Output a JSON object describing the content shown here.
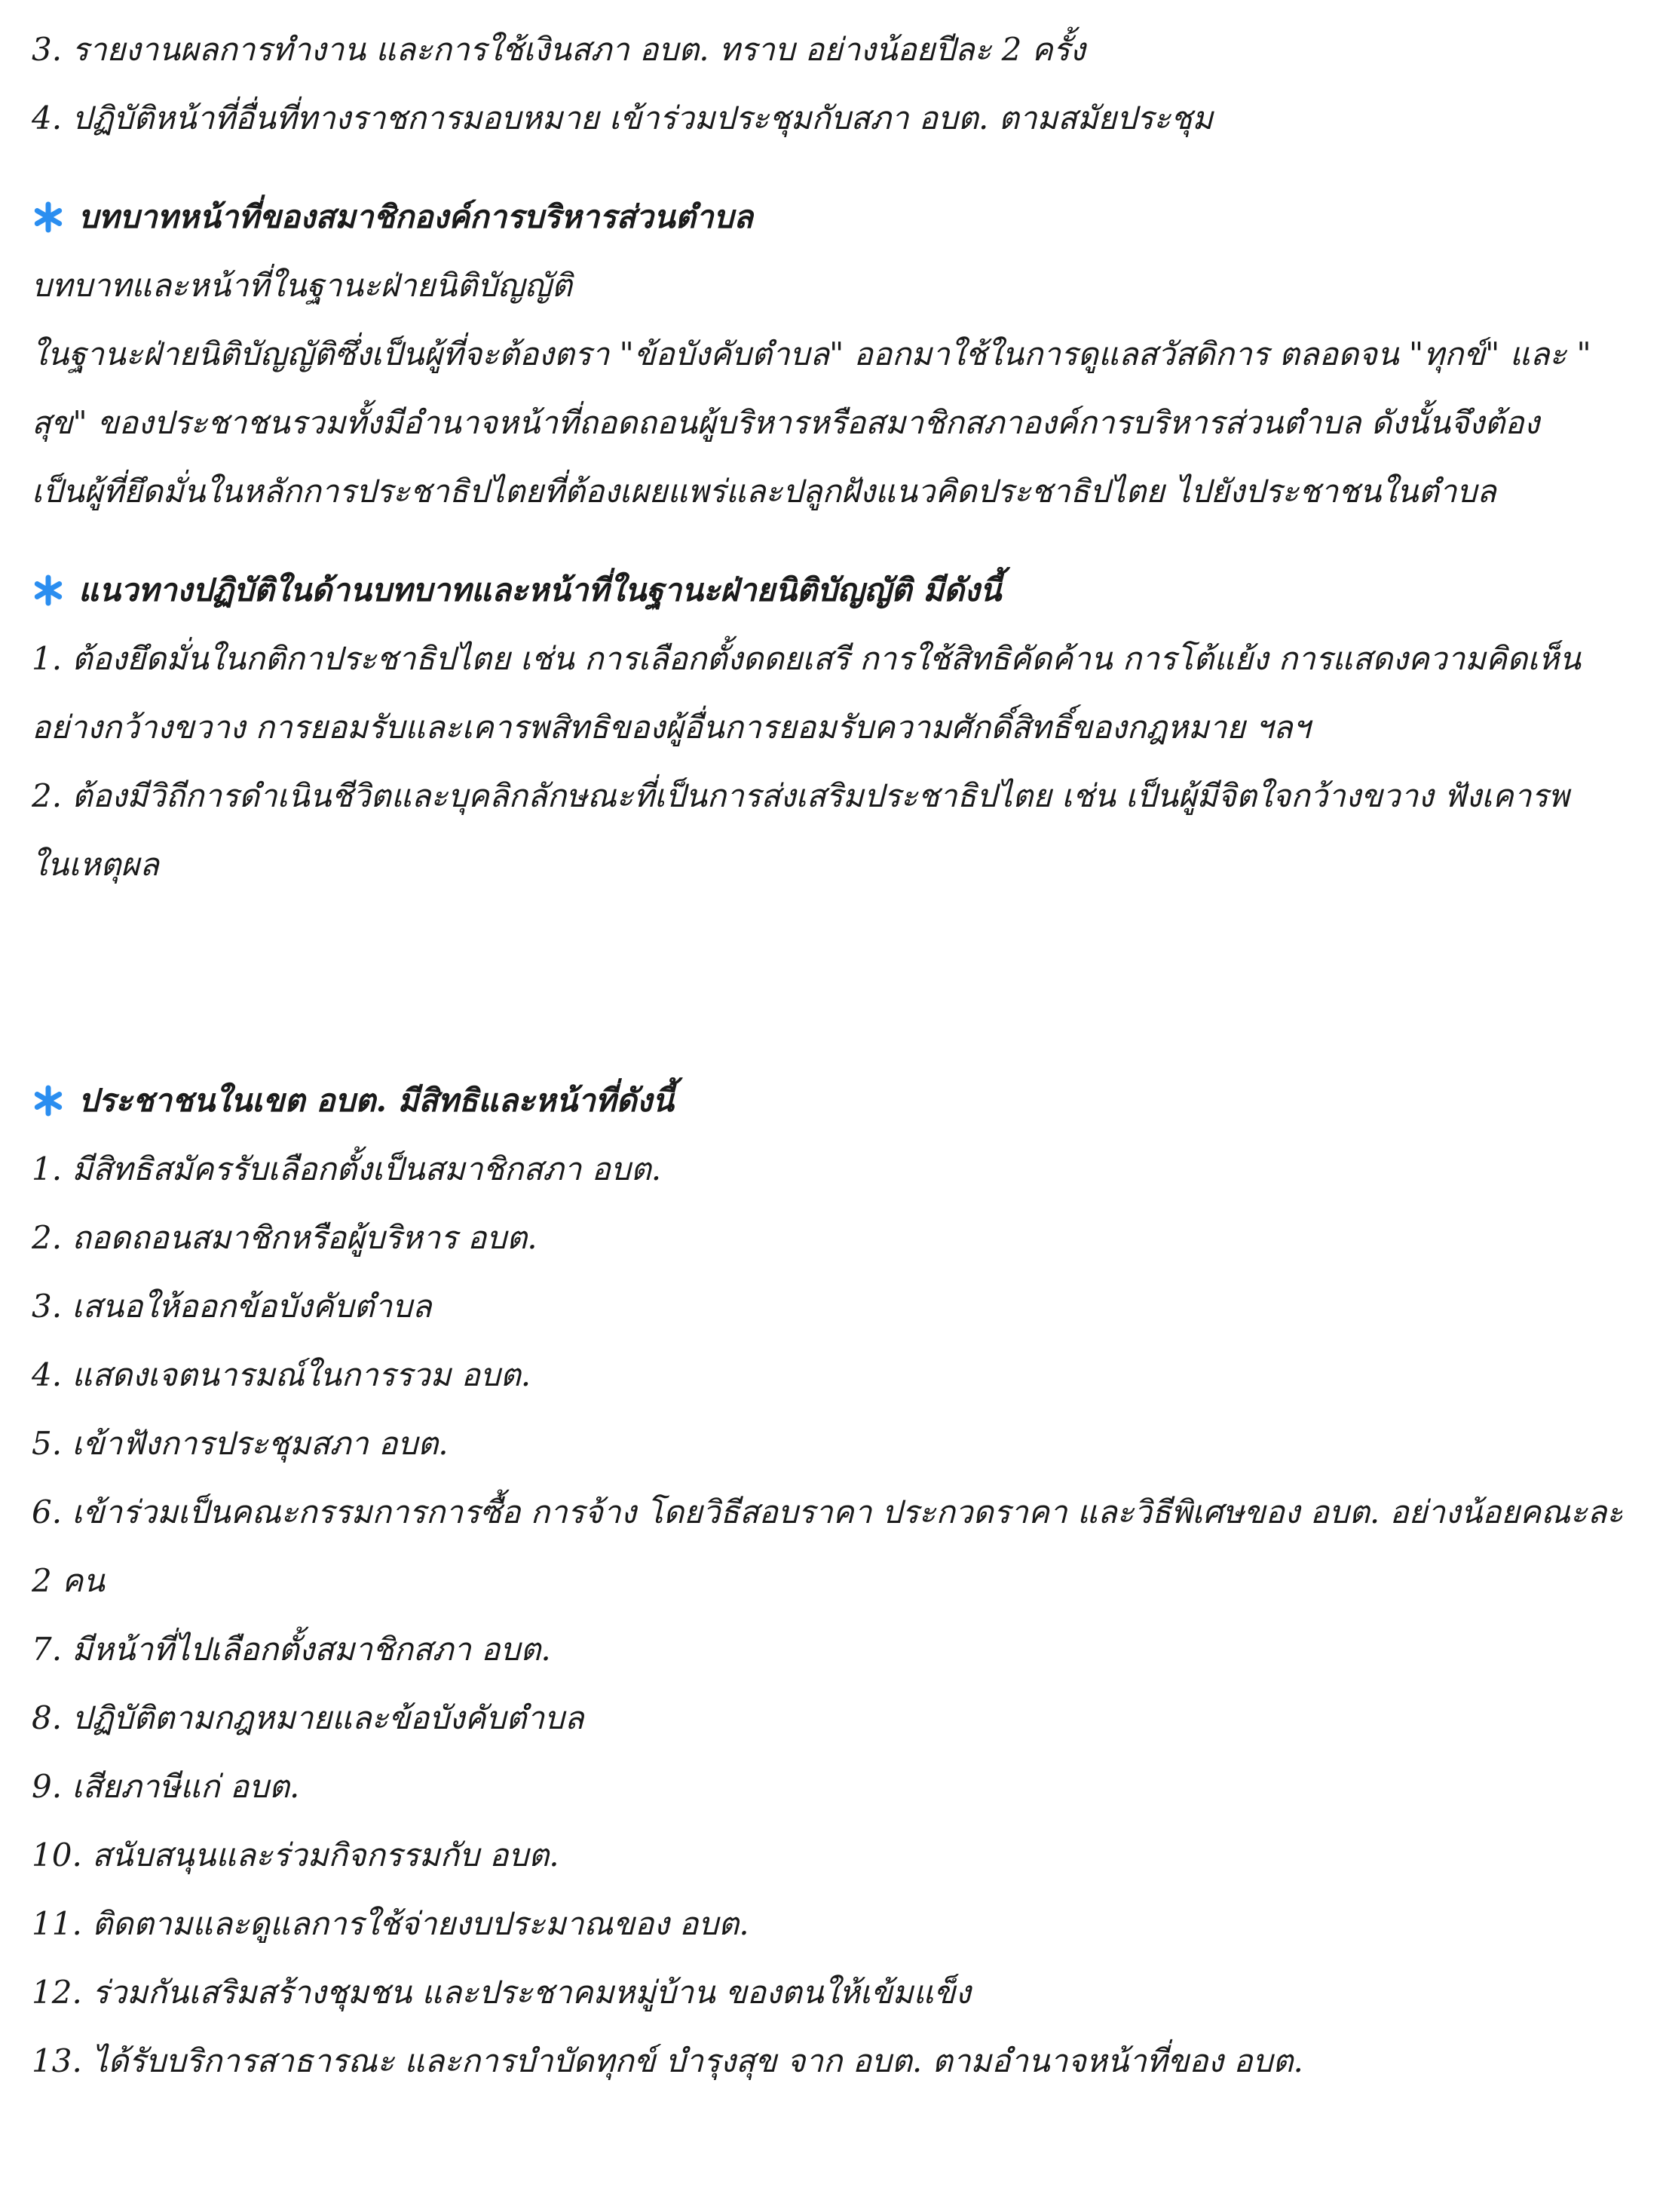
{
  "intro_lines": [
    "3. รายงานผลการทำงาน และการใช้เงินสภา อบต. ทราบ อย่างน้อยปีละ 2 ครั้ง",
    "4. ปฏิบัติหน้าที่อื่นที่ทางราชการมอบหมาย เข้าร่วมประชุมกับสภา อบต. ตามสมัยประชุม"
  ],
  "section_roles": {
    "heading": "บทบาทหน้าที่ของสมาชิกองค์การบริหารส่วนตำบล",
    "lines": [
      "บทบาทและหน้าที่ในฐานะฝ่ายนิติบัญญัติ",
      "ในฐานะฝ่ายนิติบัญญัติซึ่งเป็นผู้ที่จะต้องตรา \"ข้อบังคับตำบล\" ออกมาใช้ในการดูแลสวัสดิการ ตลอดจน \"ทุกข์\" และ \"",
      "สุข\" ของประชาชนรวมทั้งมีอำนาจหน้าที่ถอดถอนผู้บริหารหรือสมาชิกสภาองค์การบริหารส่วนตำบล ดังนั้นจึงต้อง",
      "เป็นผู้ที่ยึดมั่นในหลักการประชาธิปไตยที่ต้องเผยแพร่และปลูกฝังแนวคิดประชาธิปไตย ไปยังประชาชนในตำบล"
    ]
  },
  "section_guidelines": {
    "heading": "แนวทางปฏิบัติในด้านบทบาทและหน้าที่ในฐานะฝ่ายนิติบัญญัติ มีดังนี้",
    "lines": [
      "1. ต้องยึดมั่นในกติกาประชาธิปไตย เช่น การเลือกตั้งดดยเสรี การใช้สิทธิคัดค้าน การโต้แย้ง การแสดงความคิดเห็น",
      "อย่างกว้างขวาง การยอมรับและเคารพสิทธิของผู้อื่นการยอมรับความศักดิ์สิทธิ์ของกฎหมาย ฯลฯ",
      "2. ต้องมีวิถีการดำเนินชีวิตและบุคลิกลักษณะที่เป็นการส่งเสริมประชาธิปไตย เช่น เป็นผู้มีจิตใจกว้างขวาง ฟังเคารพ",
      "ในเหตุผล"
    ]
  },
  "section_citizens": {
    "heading": "ประชาชนในเขต อบต. มีสิทธิและหน้าที่ดังนี้",
    "lines": [
      "1. มีสิทธิสมัครรับเลือกตั้งเป็นสมาชิกสภา อบต.",
      "2. ถอดถอนสมาชิกหรือผู้บริหาร อบต.",
      "3. เสนอให้ออกข้อบังคับตำบล",
      "4. แสดงเจตนารมณ์ในการรวม อบต.",
      "5. เข้าฟังการประชุมสภา อบต.",
      "6. เข้าร่วมเป็นคณะกรรมการการซื้อ การจ้าง โดยวิธีสอบราคา ประกวดราคา และวิธีพิเศษของ อบต. อย่างน้อยคณะละ",
      "2 คน",
      "7. มีหน้าที่ไปเลือกตั้งสมาชิกสภา อบต.",
      "8. ปฏิบัติตามกฎหมายและข้อบังคับตำบล",
      "9. เสียภาษีแก่ อบต.",
      "10. สนับสนุนและร่วมกิจกรรมกับ อบต.",
      "11. ติดตามและดูแลการใช้จ่ายงบประมาณของ อบต.",
      "12. ร่วมกันเสริมสร้างชุมชน และประชาคมหมู่บ้าน ของตนให้เข้มแข็ง",
      "13. ได้รับบริการสาธารณะ และการบำบัดทุกข์ บำรุงสุข จาก อบต. ตามอำนาจหน้าที่ของ อบต."
    ]
  },
  "bullet_icon": "asterisk-bullet-icon",
  "colors": {
    "text": "#1a1a1a",
    "bullet": "#2b8ef0"
  }
}
